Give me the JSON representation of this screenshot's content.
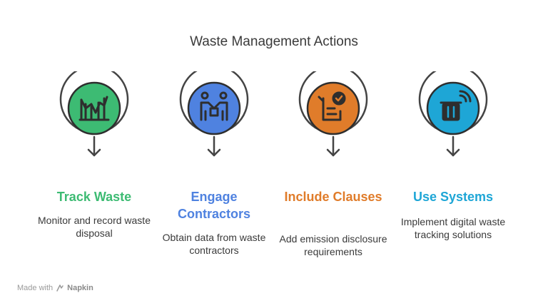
{
  "title": "Waste Management Actions",
  "steps": [
    {
      "heading": "Track Waste",
      "desc": "Monitor and record waste disposal",
      "color": "#3dbb73",
      "icon": "bar-graph-icon"
    },
    {
      "heading": "Engage Contractors",
      "desc": "Obtain data from waste contractors",
      "color": "#4f82e0",
      "icon": "handshake-people-icon"
    },
    {
      "heading": "Include Clauses",
      "desc": "Add emission disclosure requirements",
      "color": "#e07c2a",
      "icon": "contract-check-icon"
    },
    {
      "heading": "Use Systems",
      "desc": "Implement digital waste tracking solutions",
      "color": "#1ea6d6",
      "icon": "smart-bin-icon"
    }
  ],
  "footer": {
    "made_with": "Made with",
    "brand": "Napkin"
  }
}
